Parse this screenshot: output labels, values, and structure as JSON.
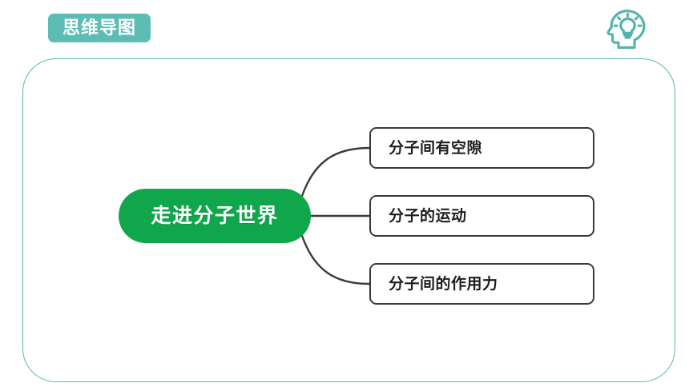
{
  "header": {
    "badge_label": "思维导图",
    "icon_name": "head-lightbulb-icon"
  },
  "colors": {
    "teal": "#5cbdb5",
    "panel_border": "#58b8b1",
    "central_node": "#10a64c",
    "box_border": "#3a3a3a",
    "text_dark": "#1d1d1d",
    "background": "#ffffff"
  },
  "mindmap": {
    "central_node": {
      "label": "走进分子世界"
    },
    "branches": [
      {
        "label": "分子间有空隙"
      },
      {
        "label": "分子的运动"
      },
      {
        "label": "分子间的作用力"
      }
    ]
  }
}
